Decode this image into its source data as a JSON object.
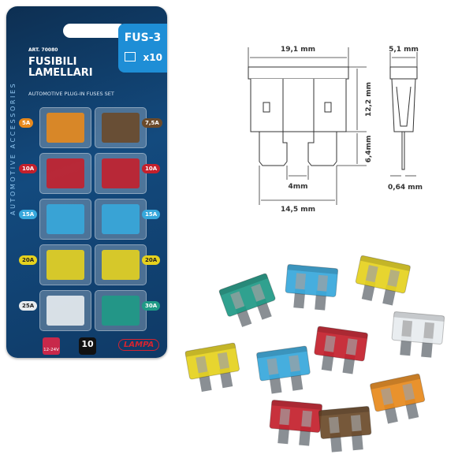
{
  "package": {
    "side_text": "AUTOMOTIVE ACCESSORIES",
    "model": "FUS-3",
    "quantity_badge": "x10",
    "article": "ART. 70080",
    "title_line1": "FUSIBILI",
    "title_line2": "LAMELLARI",
    "subtitle": "AUTOMOTIVE PLUG-IN FUSES SET",
    "voltage": "12-24V",
    "pieces": "10",
    "brand": "LAMPA",
    "fuses": [
      {
        "label": "5A",
        "color": "#e8891c"
      },
      {
        "label": "7,5A",
        "color": "#6b4a2a"
      },
      {
        "label": "10A",
        "color": "#c4202c"
      },
      {
        "label": "10A",
        "color": "#c4202c"
      },
      {
        "label": "15A",
        "color": "#37a8dc"
      },
      {
        "label": "15A",
        "color": "#37a8dc"
      },
      {
        "label": "20A",
        "color": "#e6d21e"
      },
      {
        "label": "20A",
        "color": "#e6d21e"
      },
      {
        "label": "25A",
        "color": "#e8ecef"
      },
      {
        "label": "30A",
        "color": "#1f9a86"
      }
    ]
  },
  "diagram": {
    "width": "19,1 mm",
    "body_height": "12,2 mm",
    "leg_length": "6,4mm",
    "leg_gap": "4mm",
    "leg_span": "14,5 mm",
    "thickness": "5,1 mm",
    "blade_thickness": "0,64 mm"
  },
  "loose_fuses": [
    "#1f9a86",
    "#37a8dc",
    "#e6d21e",
    "#c4202c",
    "#e8ecef",
    "#37a8dc",
    "#e6d21e",
    "#e8891c",
    "#c4202c",
    "#6b4a2a"
  ]
}
